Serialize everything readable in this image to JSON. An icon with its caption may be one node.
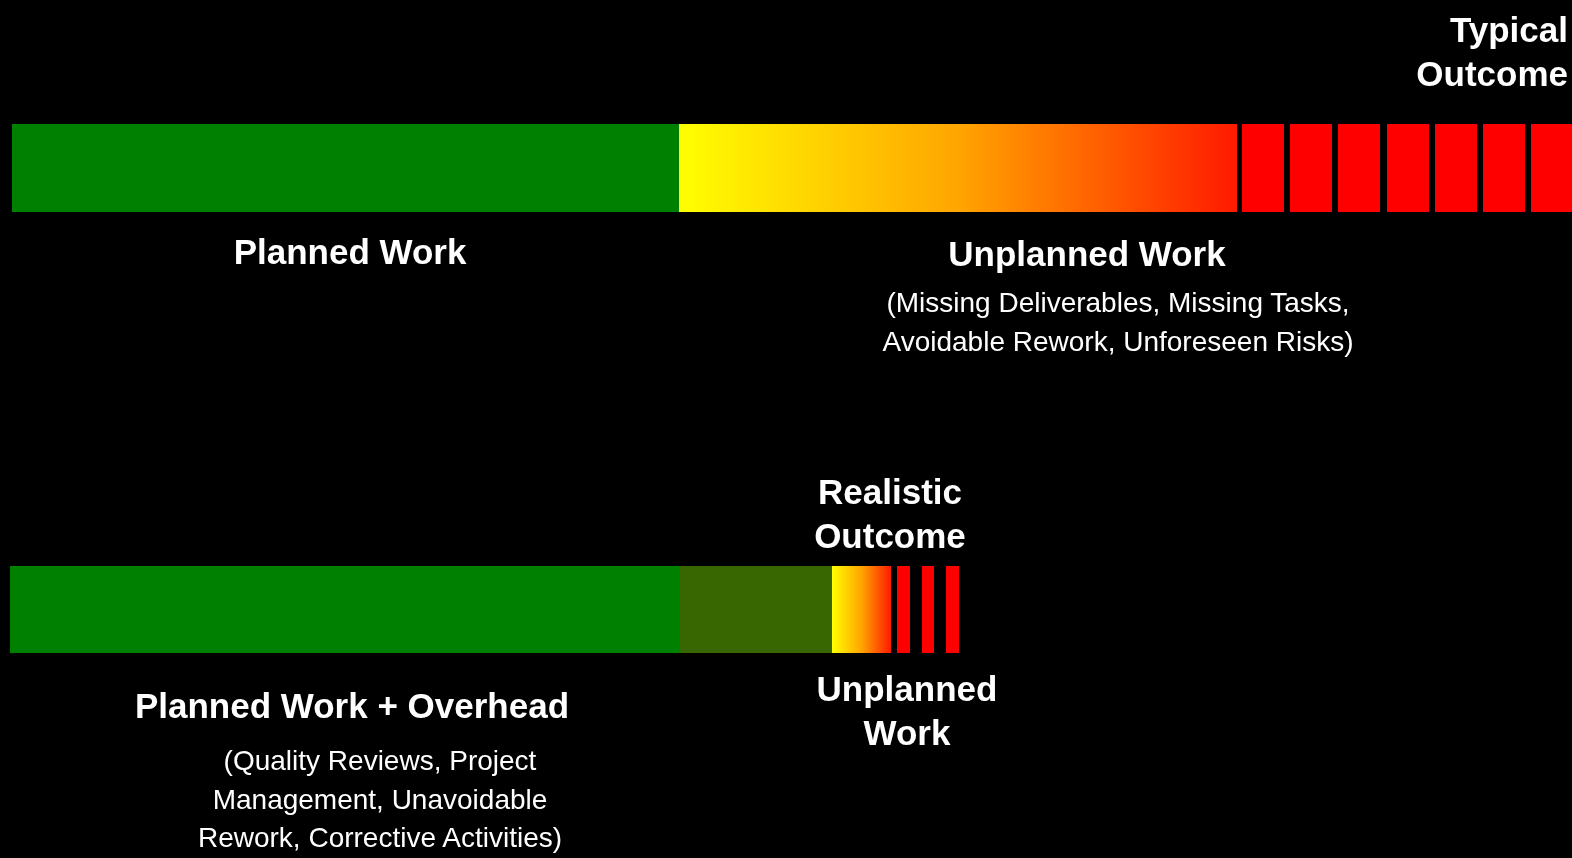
{
  "diagram": {
    "labels": [
      "Typical Outcome",
      "Planned Work",
      "Unplanned Work",
      "(Missing Deliverables, Missing Tasks, Avoidable Rework, Unforeseen Risks)",
      "Realistic Outcome",
      "Unplanned Work",
      "Planned Work + Overhead",
      "(Quality Reviews, Project Management, Unavoidable Rework, Corrective Activities)"
    ]
  }
}
